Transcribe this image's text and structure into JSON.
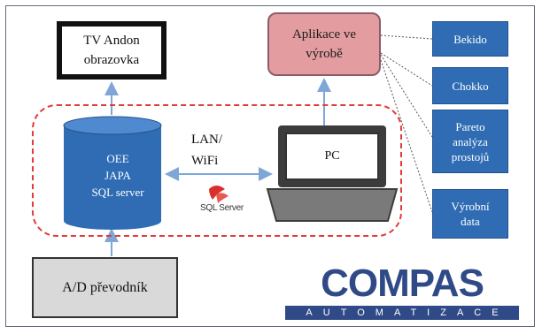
{
  "tv": {
    "line1": "TV Andon",
    "line2": "obrazovka"
  },
  "app": {
    "line1": "Aplikace ve",
    "line2": "výrobě"
  },
  "side_boxes": [
    {
      "lines": [
        "Bekido"
      ]
    },
    {
      "lines": [
        "Chokko"
      ]
    },
    {
      "lines": [
        "Pareto",
        "analýza",
        "prostojů"
      ]
    },
    {
      "lines": [
        "Výrobní",
        "data"
      ]
    }
  ],
  "database": {
    "line1": "OEE",
    "line2": "JAPA",
    "line3": "SQL server"
  },
  "network": {
    "line1": "LAN/",
    "line2": "WiFi"
  },
  "pc": {
    "label": "PC"
  },
  "sql_logo": {
    "text": "SQL Server"
  },
  "ad": {
    "label": "A/D převodník"
  },
  "logo": {
    "main": "COMPAS",
    "sub": "AUTOMATIZACE"
  },
  "colors": {
    "accent_blue": "#2f6cb4",
    "pink": "#e39da0",
    "dashed_red": "#e23b3b",
    "arrow": "#7ea7d8"
  }
}
